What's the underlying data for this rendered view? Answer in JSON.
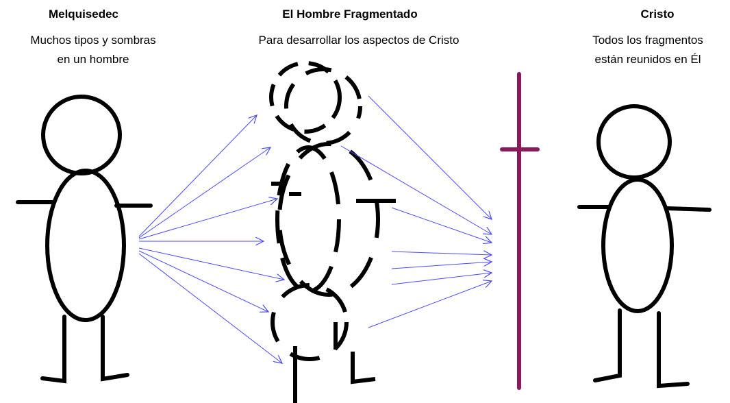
{
  "columns": {
    "left": {
      "title": "Melquisedec",
      "subtitle_lines": [
        "Muchos tipos y sombras",
        "en un hombre"
      ]
    },
    "middle": {
      "title": "El Hombre Fragmentado",
      "subtitle_lines": [
        "Para desarrollar los aspectos de Cristo"
      ]
    },
    "right": {
      "title": "Cristo",
      "subtitle_lines": [
        "Todos los fragmentos",
        "están reunidos en Él"
      ]
    }
  },
  "colors": {
    "figure": "#000000",
    "arrow": "#4a4aff",
    "cross": "#8b1a5c"
  }
}
